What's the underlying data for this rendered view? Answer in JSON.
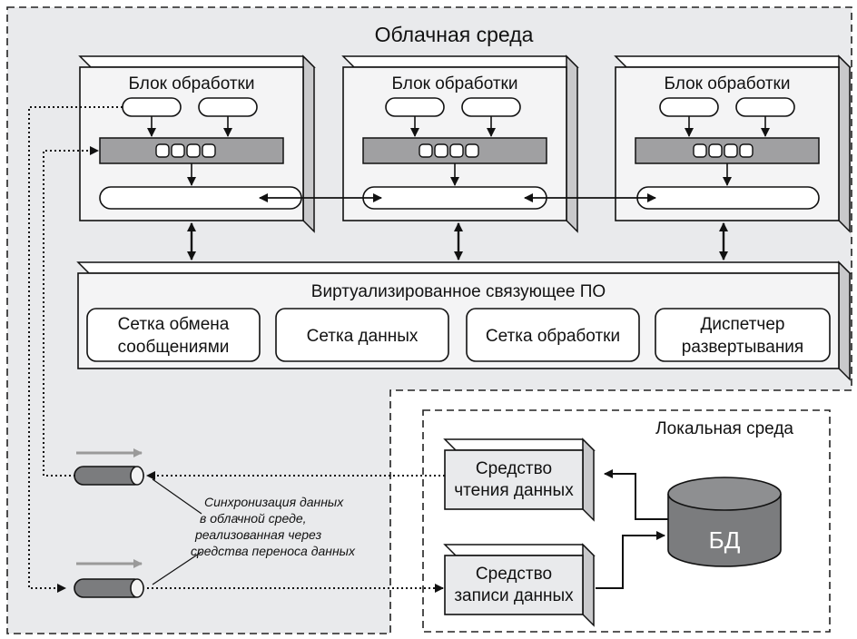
{
  "cloud": {
    "title": "Облачная среда",
    "processing_units": [
      {
        "label": "Блок обработки"
      },
      {
        "label": "Блок обработки"
      },
      {
        "label": "Блок обработки"
      }
    ]
  },
  "middleware": {
    "title": "Виртуализированное связующее ПО",
    "components": [
      {
        "line1": "Сетка обмена",
        "line2": "сообщениями"
      },
      {
        "line1": "Сетка данных",
        "line2": ""
      },
      {
        "line1": "Сетка обработки",
        "line2": ""
      },
      {
        "line1": "Диспетчер",
        "line2": "развертывания"
      }
    ]
  },
  "local": {
    "title": "Локальная среда",
    "reader": {
      "line1": "Средство",
      "line2": "чтения данных"
    },
    "writer": {
      "line1": "Средство",
      "line2": "записи данных"
    },
    "database": "БД"
  },
  "note": {
    "lines": [
      "Синхронизация данных",
      "в облачной среде,",
      "реализованная через",
      "средства переноса данных"
    ]
  },
  "colors": {
    "cloud_bg": "#e9eaec",
    "box_front": "#f4f4f5",
    "box_edge": "#c9c9cb",
    "queue_bar": "#a0a0a2",
    "database": "#7b7c7e",
    "gray_arrow": "#9a9a9a"
  }
}
